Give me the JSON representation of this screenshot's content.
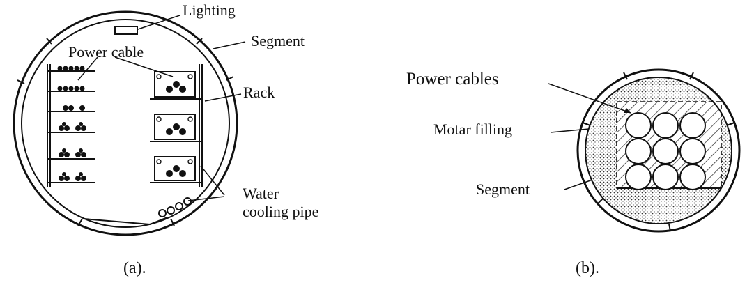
{
  "figure_a": {
    "caption": "(a).",
    "labels": {
      "lighting": "Lighting",
      "segment": "Segment",
      "power_cable": "Power cable",
      "rack": "Rack",
      "water_cooling_pipe_line1": "Water",
      "water_cooling_pipe_line2": "cooling pipe"
    }
  },
  "figure_b": {
    "caption": "(b).",
    "labels": {
      "power_cables": "Power cables",
      "motar_filling": "Motar filling",
      "segment": "Segment"
    },
    "cable_grid": {
      "rows": 3,
      "cols": 3
    }
  },
  "colors": {
    "ink": "#111111",
    "background": "#ffffff"
  }
}
